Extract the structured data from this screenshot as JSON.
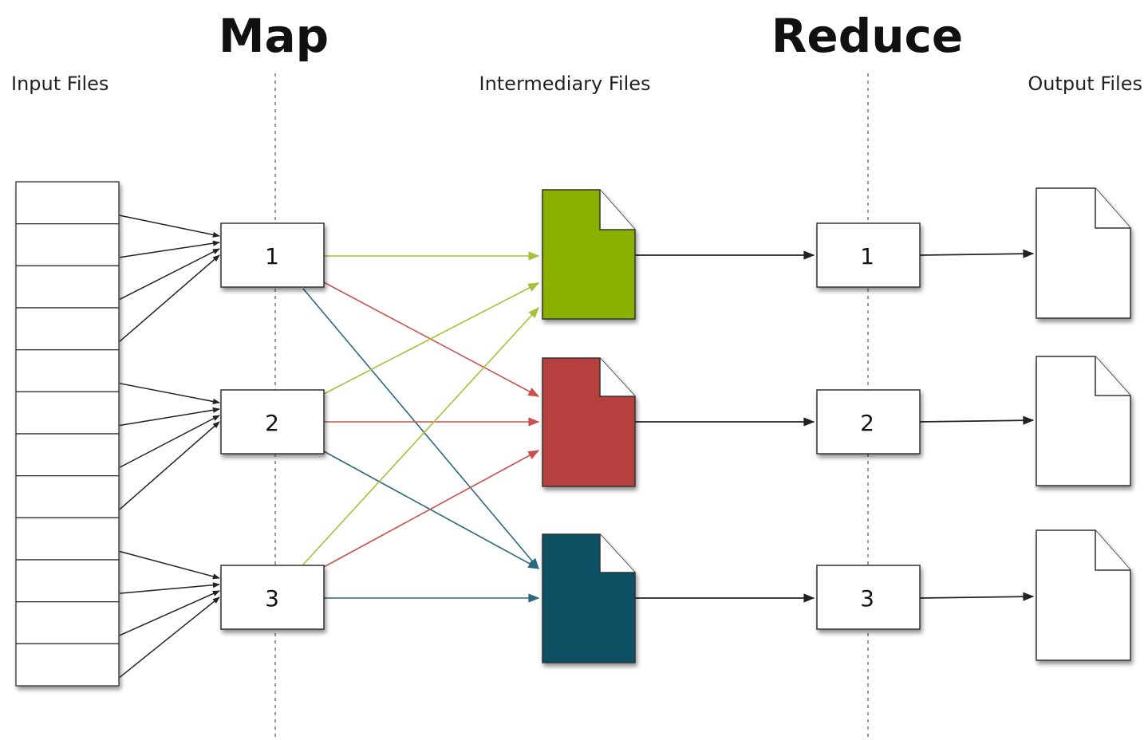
{
  "titles": {
    "map": "Map",
    "reduce": "Reduce"
  },
  "column_labels": {
    "input": "Input Files",
    "intermediary": "Intermediary Files",
    "output": "Output Files"
  },
  "map_tasks": [
    "1",
    "2",
    "3"
  ],
  "reduce_tasks": [
    "1",
    "2",
    "3"
  ],
  "input_file_count": 12,
  "intermediary_files": [
    {
      "id": "1",
      "color": "#8cb000"
    },
    {
      "id": "2",
      "color": "#b5403e"
    },
    {
      "id": "3",
      "color": "#0d4f63"
    }
  ],
  "output_file_count": 3,
  "colors": {
    "box_fill": "#ffffff",
    "stroke": "#333333",
    "divider": "#999999",
    "arrow_black": "#222222",
    "arrow_green": "#a6c13a",
    "arrow_red": "#c9514d",
    "arrow_blue": "#2a6a80"
  }
}
